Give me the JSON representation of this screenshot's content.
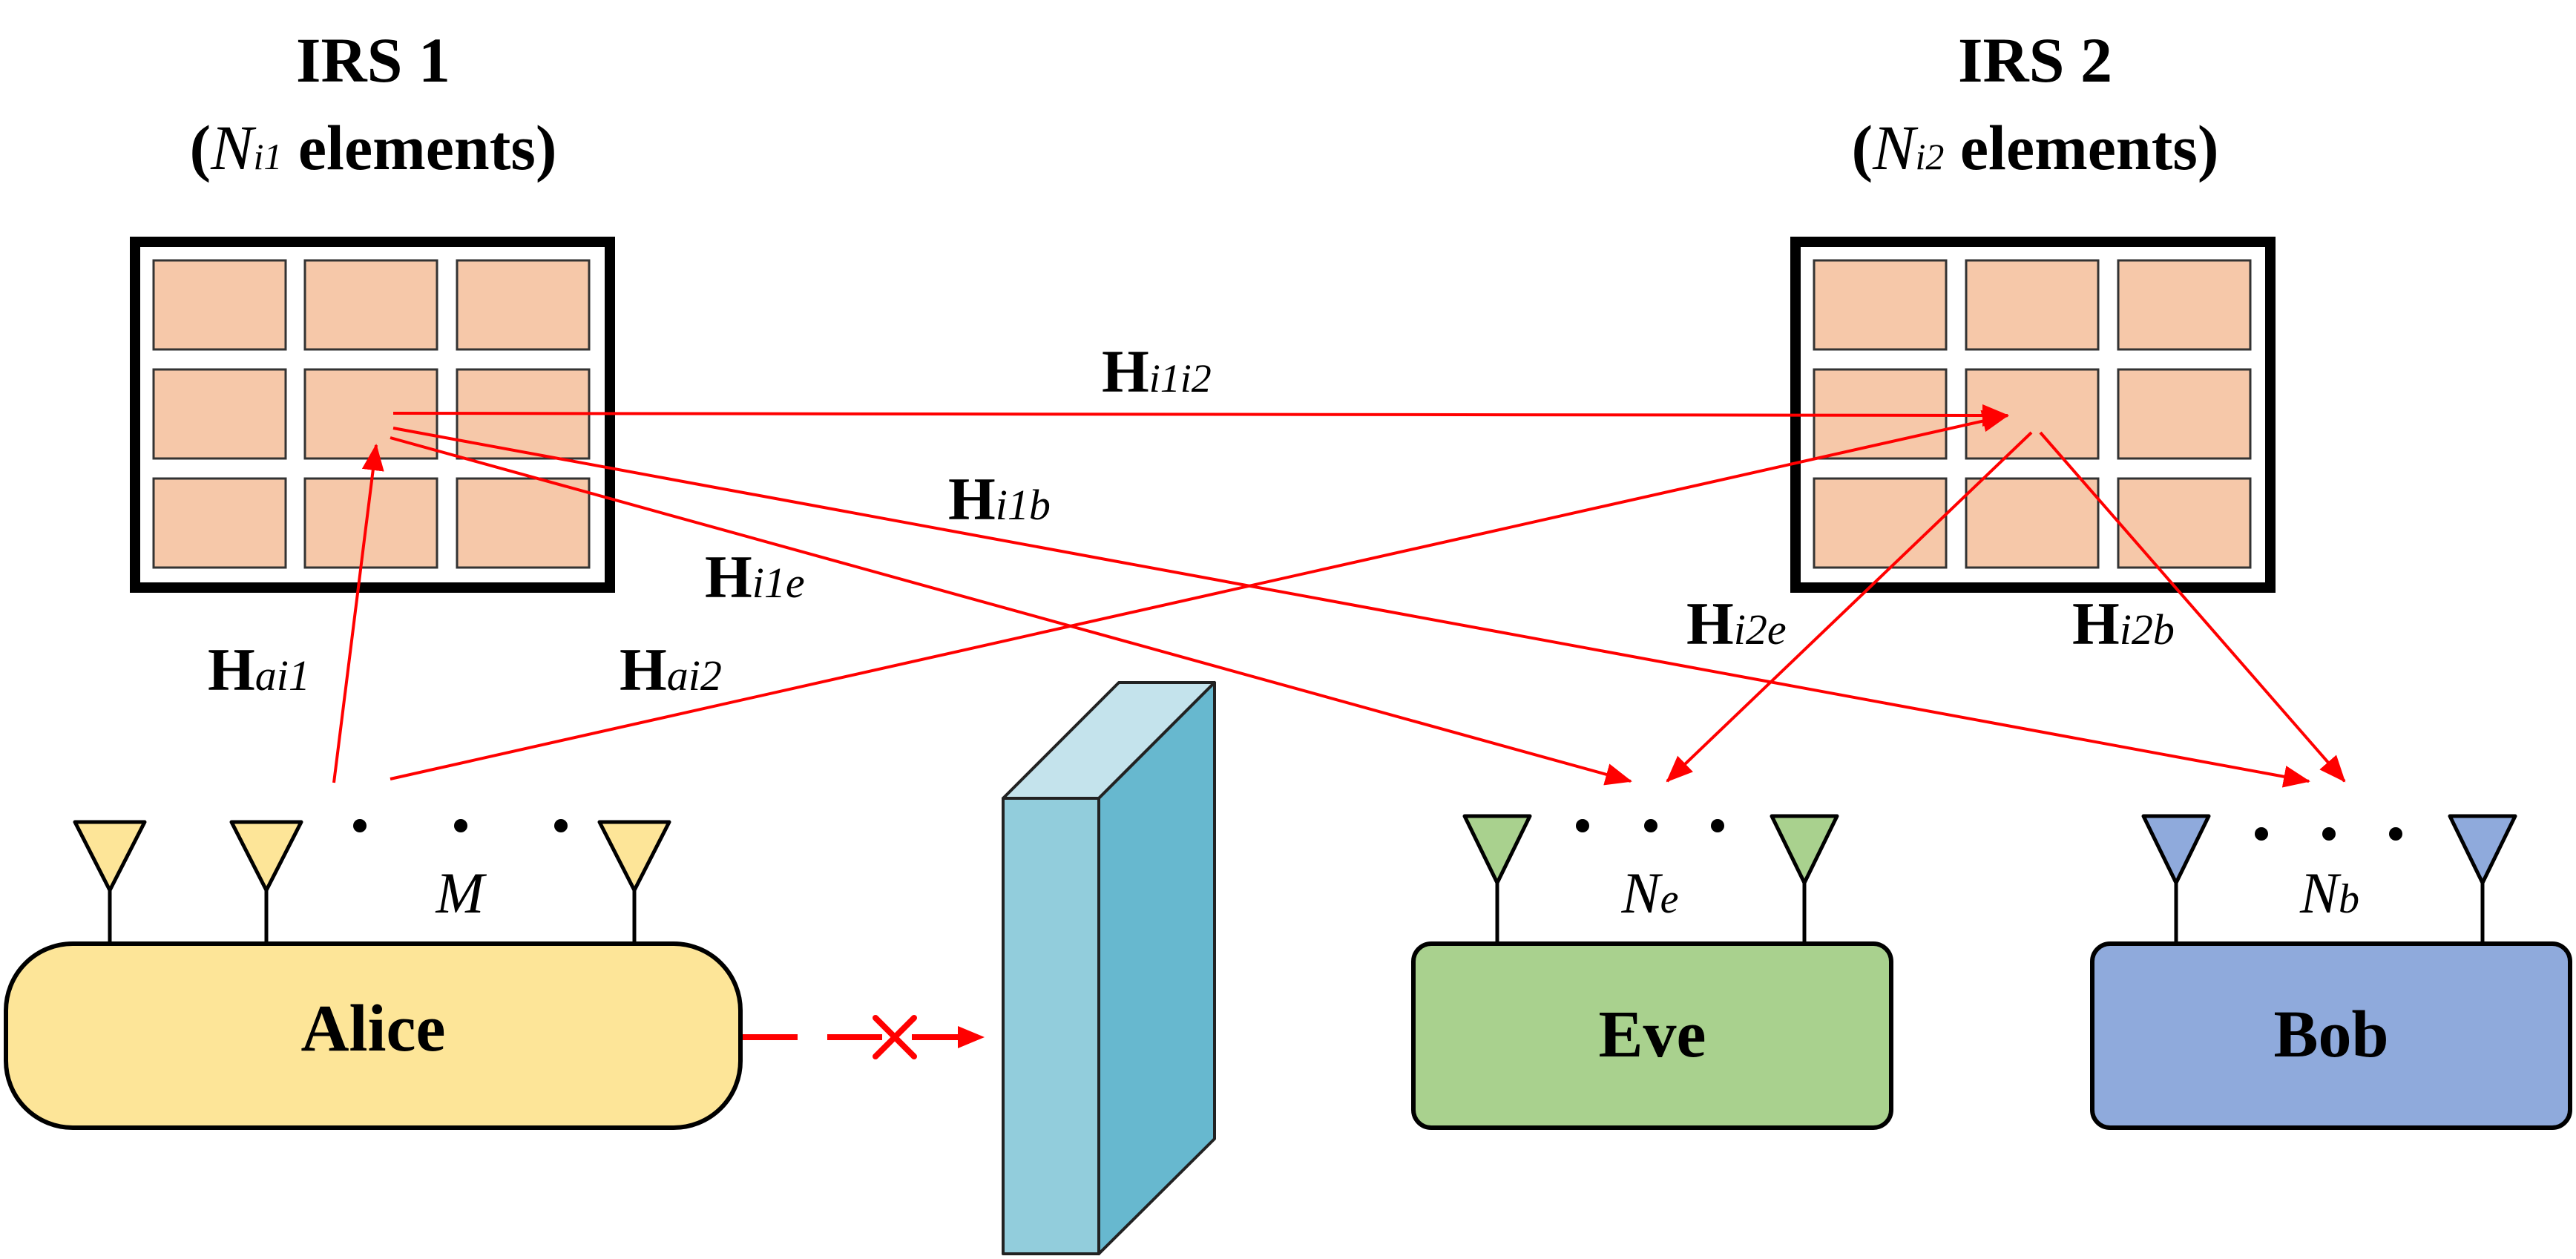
{
  "irs1": {
    "title": "IRS 1",
    "open": "(",
    "N": "N",
    "sub": "i1",
    "rest": " elements)"
  },
  "irs2": {
    "title": "IRS 2",
    "open": "(",
    "N": "N",
    "sub": "i2",
    "rest": " elements)"
  },
  "links": {
    "H_i1i2": {
      "H": "H",
      "sub": "i1i2"
    },
    "H_i1b": {
      "H": "H",
      "sub": "i1b"
    },
    "H_i1e": {
      "H": "H",
      "sub": "i1e"
    },
    "H_ai1": {
      "H": "H",
      "sub": "ai1"
    },
    "H_ai2": {
      "H": "H",
      "sub": "ai2"
    },
    "H_i2e": {
      "H": "H",
      "sub": "i2e"
    },
    "H_i2b": {
      "H": "H",
      "sub": "i2b"
    }
  },
  "alice": {
    "label": "Alice",
    "antenna_label": "M"
  },
  "eve": {
    "label": "Eve",
    "antenna_label_main": "N",
    "antenna_label_sub": "e"
  },
  "bob": {
    "label": "Bob",
    "antenna_label_main": "N",
    "antenna_label_sub": "b"
  },
  "colors": {
    "arrow": "#ff0000",
    "irs_frame": "#000000",
    "irs_cell": "#f6c8a9",
    "alice_fill": "#fde598",
    "eve_fill": "#a9d18e",
    "bob_fill": "#8faadc",
    "wall_front": "#92cddc",
    "wall_side": "#67b8cf",
    "wall_top": "#c4e3ec"
  },
  "icons": {
    "blocked_marker": "x-mark-icon",
    "antenna": "antenna-icon",
    "obstacle": "wall-obstacle-icon"
  }
}
